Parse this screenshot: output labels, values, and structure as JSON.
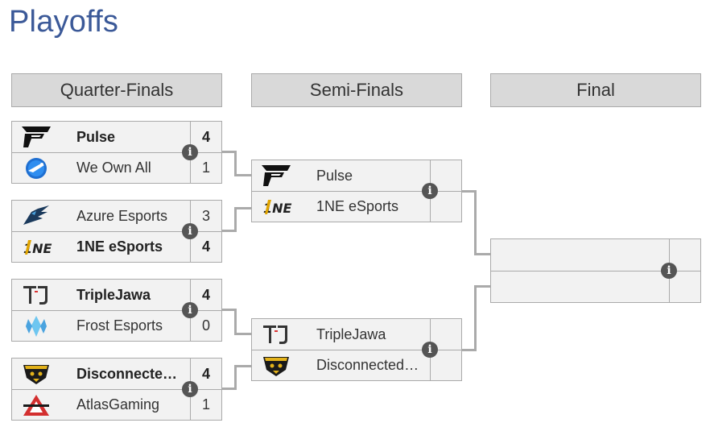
{
  "page": {
    "title": "Playoffs"
  },
  "rounds": [
    {
      "label": "Quarter-Finals"
    },
    {
      "label": "Semi-Finals"
    },
    {
      "label": "Final"
    }
  ],
  "quarter_finals": [
    {
      "top": {
        "name": "Pulse",
        "score": "4",
        "winner": true,
        "logo": "pulse-logo-icon"
      },
      "bottom": {
        "name": "We Own All",
        "score": "1",
        "winner": false,
        "logo": "rocket-league-icon"
      }
    },
    {
      "top": {
        "name": "Azure Esports",
        "score": "3",
        "winner": false,
        "logo": "azure-eagle-icon"
      },
      "bottom": {
        "name": "1NE eSports",
        "score": "4",
        "winner": true,
        "logo": "1ne-logo-icon"
      }
    },
    {
      "top": {
        "name": "TripleJawa",
        "score": "4",
        "winner": true,
        "logo": "triplejawa-logo-icon"
      },
      "bottom": {
        "name": "Frost Esports",
        "score": "0",
        "winner": false,
        "logo": "frost-logo-icon"
      }
    },
    {
      "top": {
        "name": "Disconnecte…",
        "score": "4",
        "winner": true,
        "logo": "disconnected-logo-icon"
      },
      "bottom": {
        "name": "AtlasGaming",
        "score": "1",
        "winner": false,
        "logo": "atlas-logo-icon"
      }
    }
  ],
  "semi_finals": [
    {
      "top": {
        "name": "Pulse",
        "logo": "pulse-logo-icon"
      },
      "bottom": {
        "name": "1NE eSports",
        "logo": "1ne-logo-icon"
      }
    },
    {
      "top": {
        "name": "TripleJawa",
        "logo": "triplejawa-logo-icon"
      },
      "bottom": {
        "name": "Disconnected…",
        "logo": "disconnected-logo-icon"
      }
    }
  ],
  "info_icon": "i",
  "colors": {
    "title": "#3b5998",
    "header_bg": "#d9d9d9",
    "match_bg": "#f2f2f2",
    "border": "#aaaaaa",
    "info": "#555555"
  }
}
